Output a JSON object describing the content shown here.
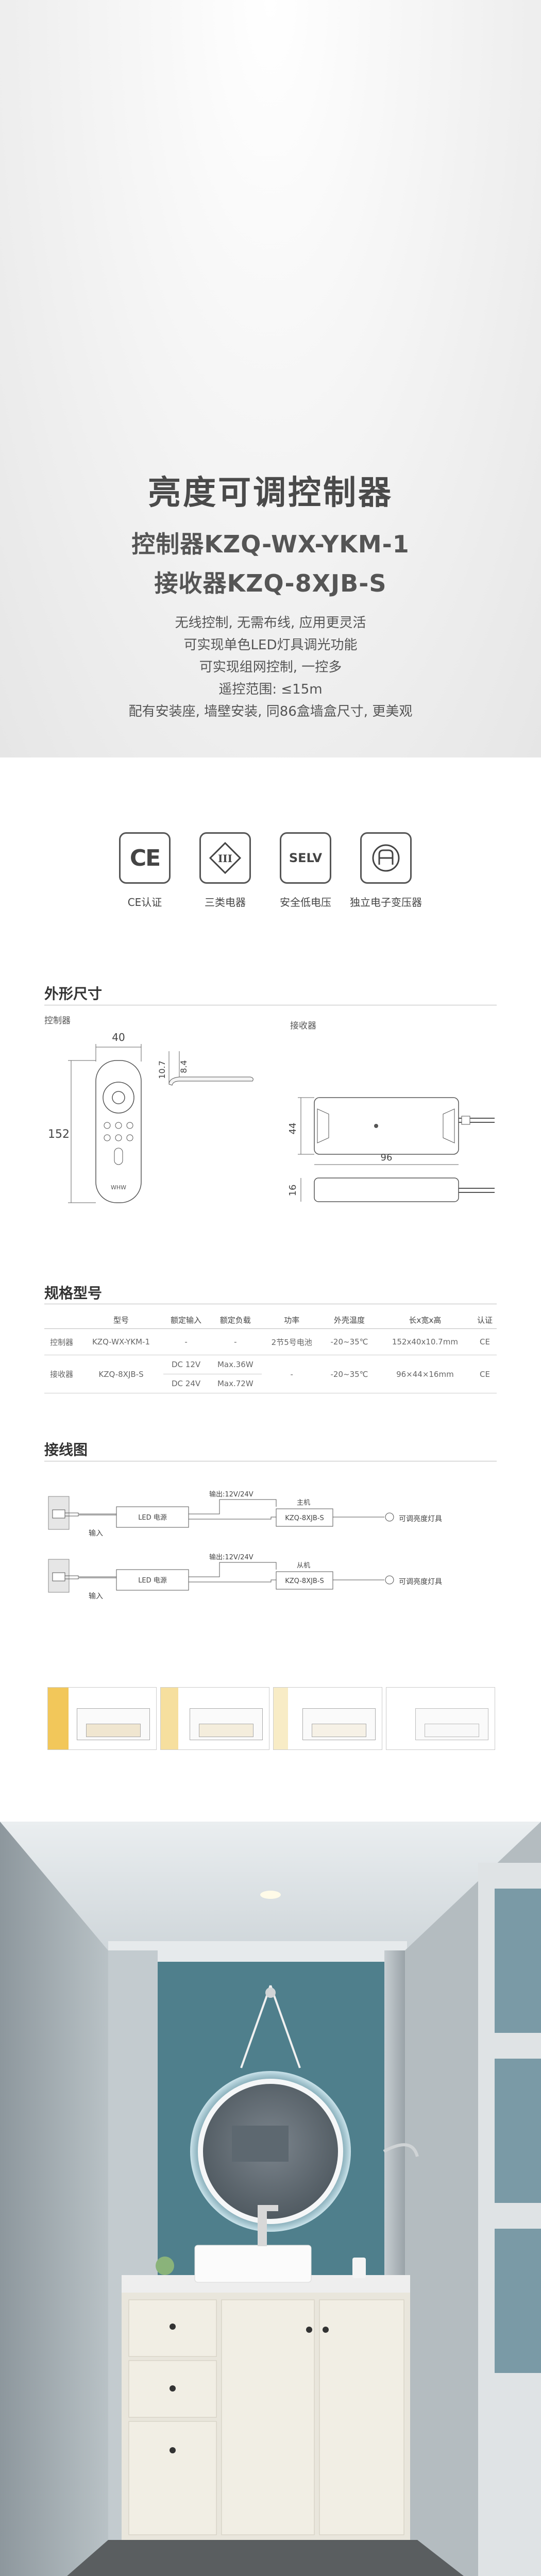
{
  "hero": {
    "title": "亮度可调控制器",
    "controller_model": "控制器KZQ-WX-YKM-1",
    "receiver_model": "接收器KZQ-8XJB-S",
    "features": [
      "无线控制, 无需布线, 应用更灵活",
      "可实现单色LED灯具调光功能",
      "可实现组网控制, 一控多",
      "遥控范围: ≤15m",
      "配有安装座, 墙壁安装, 同86盒墙盒尺寸, 更美观"
    ]
  },
  "certifications": [
    {
      "label": "CE认证",
      "mark": "CE",
      "icon": "ce-mark-icon"
    },
    {
      "label": "三类电器",
      "mark": "III",
      "icon": "class-iii-icon"
    },
    {
      "label": "安全低电压",
      "mark": "SELV",
      "icon": "selv-icon"
    },
    {
      "label": "独立电子变压器",
      "mark": "",
      "icon": "transformer-icon"
    }
  ],
  "dimensions": {
    "title": "外形尺寸",
    "controller_label": "控制器",
    "receiver_label": "接收器",
    "controller_width": "40",
    "controller_height": "152",
    "controller_thickness_a": "10.7",
    "controller_thickness_b": "8.4",
    "receiver_height": "44",
    "receiver_length": "96",
    "receiver_depth": "16",
    "remote_brand": "WHW"
  },
  "spec": {
    "title": "规格型号",
    "headers": [
      "",
      "型号",
      "额定输入",
      "额定负载",
      "功率",
      "外壳温度",
      "长x宽x高",
      "认证"
    ],
    "rows": [
      {
        "name": "控制器",
        "model": "KZQ-WX-YKM-1",
        "input": "-",
        "load": "-",
        "power": "2节5号电池",
        "temp": "-20~35℃",
        "size": "152x40x10.7mm",
        "cert": "CE"
      },
      {
        "name": "接收器",
        "model": "KZQ-8XJB-S",
        "input1": "DC 12V",
        "input2": "DC 24V",
        "load1": "Max.36W",
        "load2": "Max.72W",
        "power": "-",
        "temp": "-20~35℃",
        "size": "96×44×16mm",
        "cert": "CE"
      }
    ]
  },
  "wiring": {
    "title": "接线图",
    "output_label": "输出:12V/24V",
    "input_label": "输入",
    "led_power": "LED 电源",
    "master": "主机",
    "slave": "从机",
    "receiver_model": "KZQ-8XJB-S",
    "lamp_label": "可调亮度灯具"
  }
}
